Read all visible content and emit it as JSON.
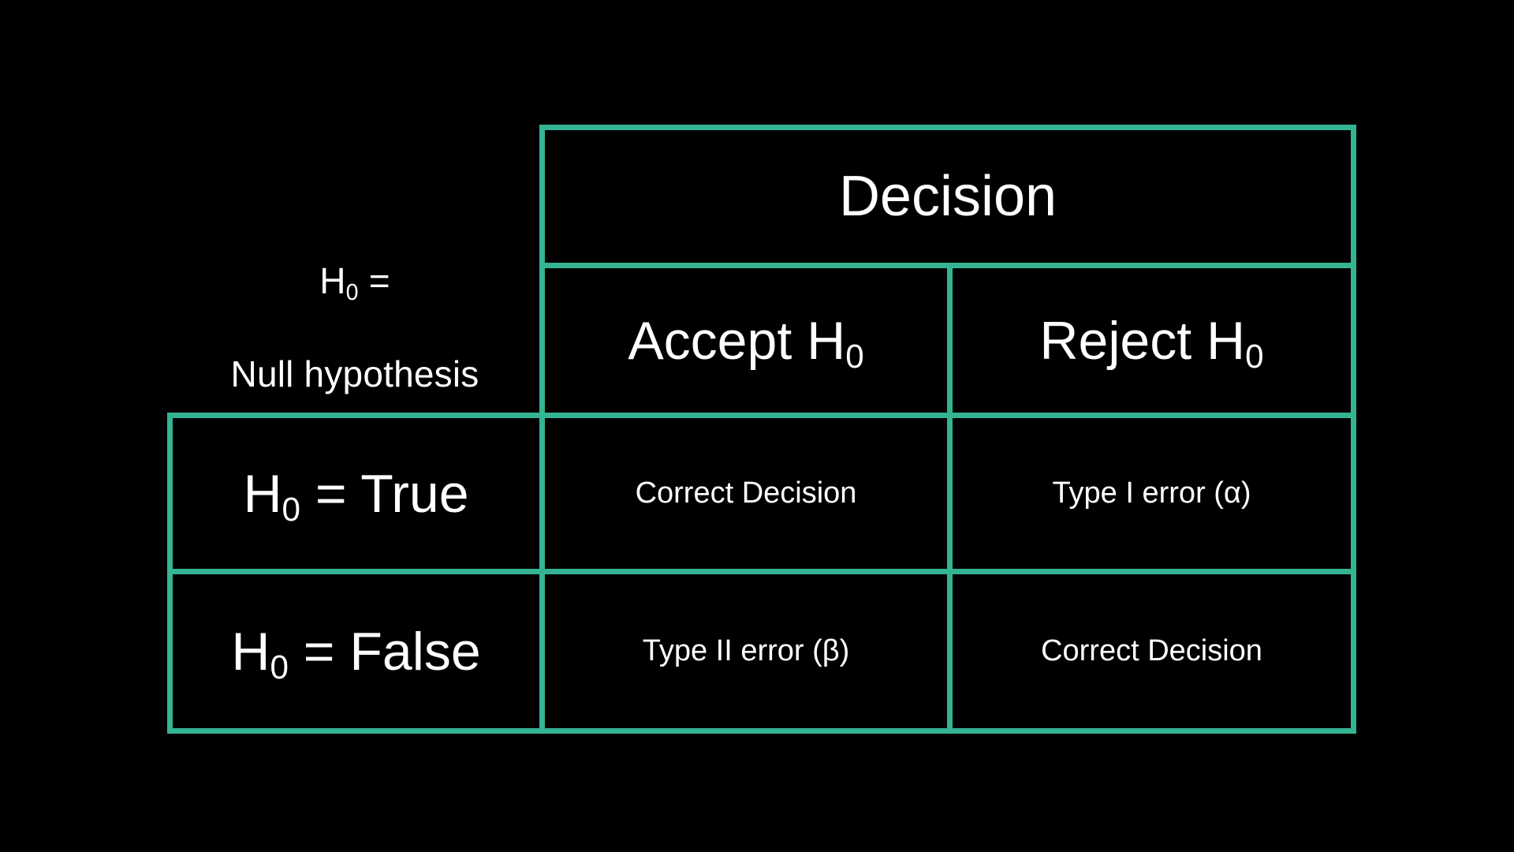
{
  "background_color": "#000000",
  "border_color": "#34b492",
  "text_color": "#ffffff",
  "legend": {
    "line1": "H₀ =",
    "line2": "Null hypothesis",
    "symbol": "H₀",
    "meaning": "Null hypothesis"
  },
  "table": {
    "top_header": "Decision",
    "column_headers": [
      "Accept H₀",
      "Reject H₀"
    ],
    "row_headers": [
      "H₀ = True",
      "H₀ = False"
    ],
    "rows": [
      {
        "label": "H₀ = True",
        "cells": [
          "Correct Decision",
          "Type I error (α)"
        ]
      },
      {
        "label": "H₀ = False",
        "cells": [
          "Type II error (β)",
          "Correct Decision"
        ]
      }
    ]
  },
  "chart_data": {
    "type": "table",
    "title": "Decision",
    "row_axis_label": "H₀ = Null hypothesis",
    "categories": [
      "Accept H₀",
      "Reject H₀"
    ],
    "rows": [
      "H₀ = True",
      "H₀ = False"
    ],
    "values": [
      [
        "Correct Decision",
        "Type I error (α)"
      ],
      [
        "Type II error (β)",
        "Correct Decision"
      ]
    ],
    "annotations": [
      "Type I error (α)",
      "Type II error (β)"
    ],
    "grid": true,
    "legend": "H₀ = Null hypothesis"
  }
}
